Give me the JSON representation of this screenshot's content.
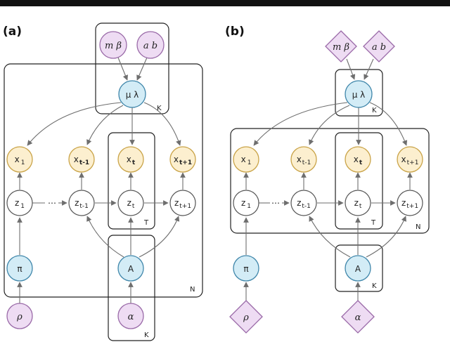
{
  "panels": {
    "a": {
      "label": "(a)",
      "hyper_mb": {
        "main": "m β"
      },
      "hyper_ab": {
        "main": "a b"
      },
      "mu_lambda": {
        "main": "μ λ"
      },
      "x1": {
        "main": "x",
        "sub": "1"
      },
      "xtm1": {
        "main": "x",
        "sub": "t-1"
      },
      "xt": {
        "main": "x",
        "sub": "t"
      },
      "xtp1": {
        "main": "x",
        "sub": "t+1"
      },
      "z1": {
        "main": "z",
        "sub": "1"
      },
      "ellipsis": "⋯",
      "ztm1": {
        "main": "z",
        "sub": "t-1"
      },
      "zt": {
        "main": "z",
        "sub": "t"
      },
      "ztp1": {
        "main": "z",
        "sub": "t+1"
      },
      "pi": {
        "main": "π"
      },
      "A": {
        "main": "A"
      },
      "rho": {
        "main": "ρ"
      },
      "alpha": {
        "main": "α"
      },
      "plate_K_top": "K",
      "plate_T": "T",
      "plate_N": "N",
      "plate_K_bottom": "K"
    },
    "b": {
      "label": "(b)",
      "hyper_mb": {
        "main": "m β"
      },
      "hyper_ab": {
        "main": "a b"
      },
      "mu_lambda": {
        "main": "μ λ"
      },
      "x1": {
        "main": "x",
        "sub": "1"
      },
      "xtm1": {
        "main": "x",
        "sub": "t-1"
      },
      "xt": {
        "main": "x",
        "sub": "t"
      },
      "xtp1": {
        "main": "x",
        "sub": "t+1"
      },
      "z1": {
        "main": "z",
        "sub": "1"
      },
      "ellipsis": "⋯",
      "ztm1": {
        "main": "z",
        "sub": "t-1"
      },
      "zt": {
        "main": "z",
        "sub": "t"
      },
      "ztp1": {
        "main": "z",
        "sub": "t+1"
      },
      "pi": {
        "main": "π"
      },
      "A": {
        "main": "A"
      },
      "rho": {
        "main": "ρ"
      },
      "alpha": {
        "main": "α"
      },
      "plate_K_top": "K",
      "plate_T": "T",
      "plate_N": "N",
      "plate_K_bottom": "K"
    }
  },
  "colors": {
    "hyper_fill": "#eedcf3",
    "hyper_stroke": "#9a6aa8",
    "param_fill": "#d3ecf6",
    "param_stroke": "#3f86aa",
    "observed_fill": "#fcefcf",
    "observed_stroke": "#c9a347",
    "latent_fill": "#ffffff",
    "latent_stroke": "#555555"
  }
}
